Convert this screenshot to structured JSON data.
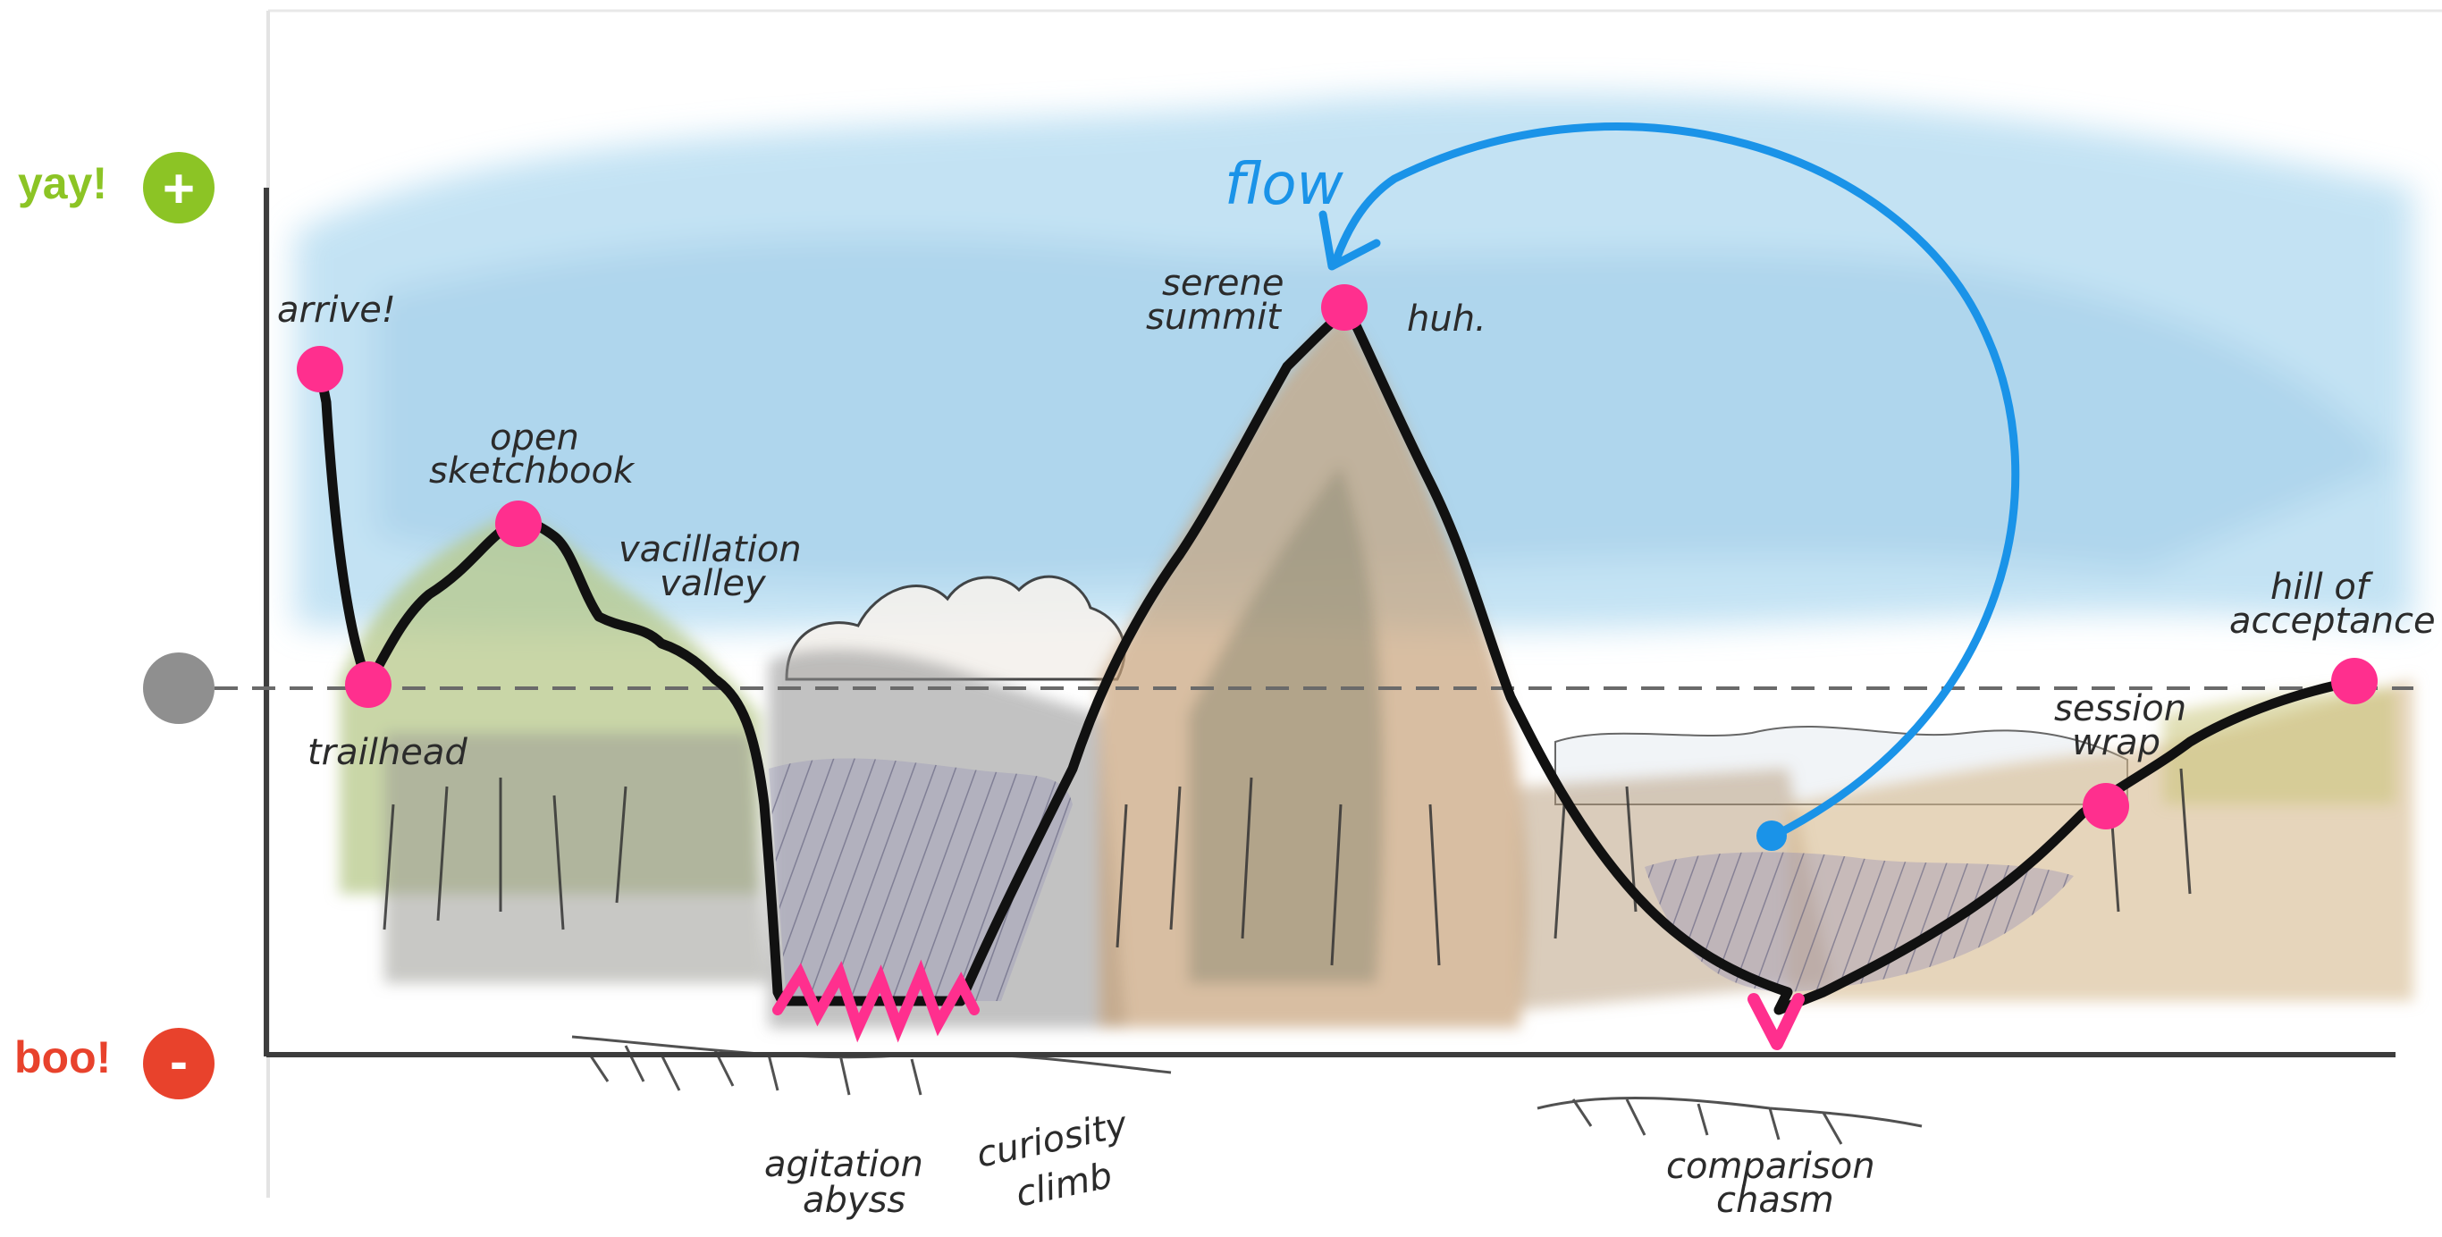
{
  "scale": {
    "positive_label": "yay!",
    "positive_symbol": "+",
    "negative_label": "boo!",
    "negative_symbol": "-"
  },
  "flow_label": "flow",
  "labels": {
    "arrive": "arrive!",
    "trailhead": "trailhead",
    "open_sketchbook_1": "open",
    "open_sketchbook_2": "sketchbook",
    "vacillation_1": "vacillation",
    "vacillation_2": "valley",
    "agitation_1": "agitation",
    "agitation_2": "abyss",
    "curiosity_1": "curiosity",
    "curiosity_2": "climb",
    "serene_1": "serene",
    "serene_2": "summit",
    "huh": "huh.",
    "comparison_1": "comparison",
    "comparison_2": "chasm",
    "session_1": "session",
    "session_2": "wrap",
    "hill_1": "hill of",
    "hill_2": "acceptance"
  },
  "colors": {
    "positive": "#8cc425",
    "negative": "#e8422c",
    "neutral": "#8f8f8f",
    "marker": "#ff2f8e",
    "flow": "#1a93e8",
    "curve": "#111111",
    "sky": "#aed7ee"
  }
}
